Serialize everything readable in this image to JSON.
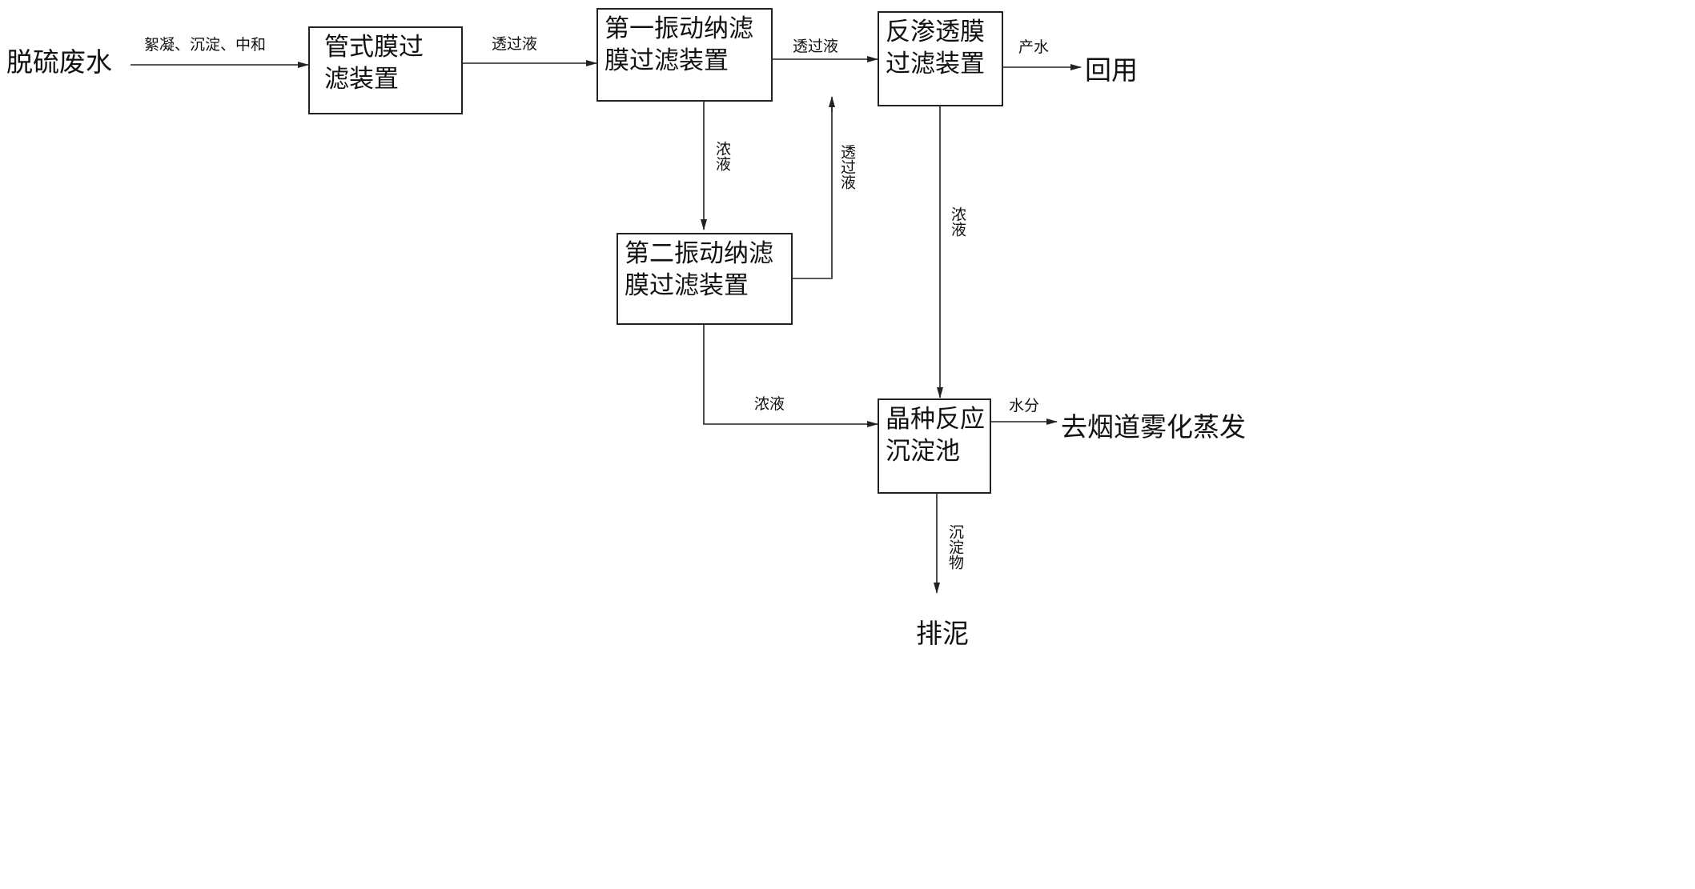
{
  "terminals": {
    "source": "脱硫废水",
    "reuse": "回用",
    "evaporation": "去烟道雾化蒸发",
    "sludge": "排泥"
  },
  "nodes": {
    "tubular": {
      "line1": "管式膜过",
      "line2": "滤装置"
    },
    "vnf1": {
      "line1": "第一振动纳滤",
      "line2": "膜过滤装置"
    },
    "vnf2": {
      "line1": "第二振动纳滤",
      "line2": "膜过滤装置"
    },
    "ro": {
      "line1": "反渗透膜",
      "line2": "过滤装置"
    },
    "crystal": {
      "line1": "晶种反应",
      "line2": "沉淀池"
    }
  },
  "edge_labels": {
    "pretreat": "絮凝、沉淀、中和",
    "tubular_to_vnf1": "透过液",
    "vnf1_to_ro": "透过液",
    "vnf1_to_vnf2": "浓液",
    "vnf2_to_ro": "透过液",
    "ro_to_crystal": "浓液",
    "vnf2_to_crystal": "浓液",
    "product_water": "产水",
    "water_out": "水分",
    "sediment": "沉淀物"
  }
}
